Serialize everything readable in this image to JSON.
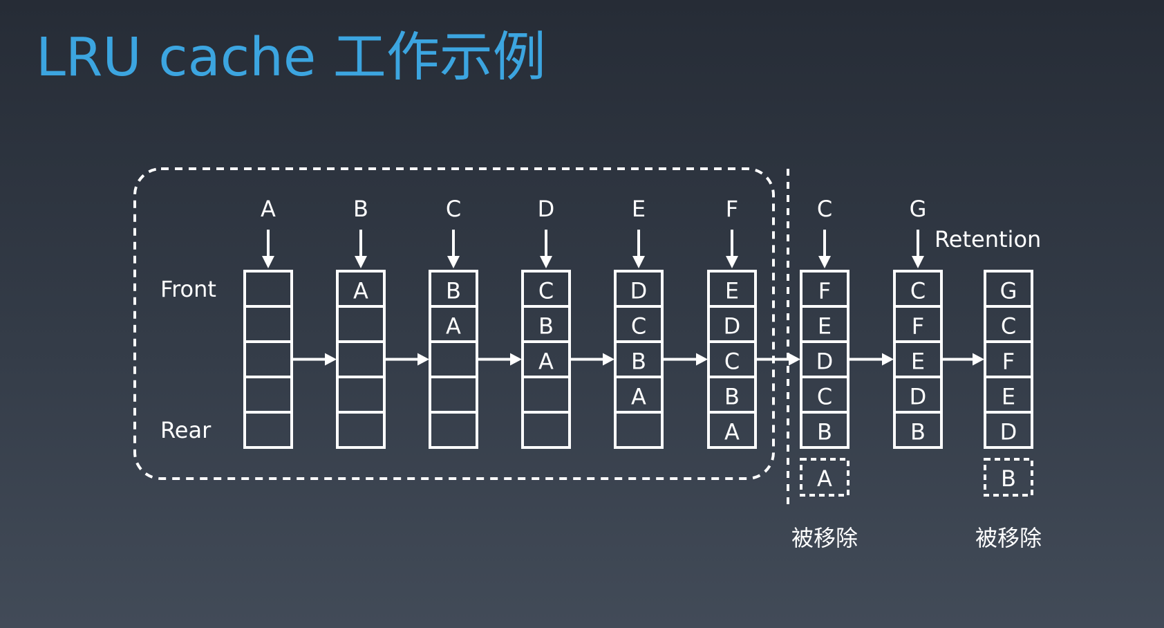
{
  "title": "LRU cache 工作示例",
  "labels": {
    "front": "Front",
    "rear": "Rear",
    "retention": "Retention"
  },
  "steps": [
    {
      "input": "A",
      "stack": [
        "",
        "",
        "",
        "",
        ""
      ],
      "evicted": ""
    },
    {
      "input": "B",
      "stack": [
        "A",
        "",
        "",
        "",
        ""
      ],
      "evicted": ""
    },
    {
      "input": "C",
      "stack": [
        "B",
        "A",
        "",
        "",
        ""
      ],
      "evicted": ""
    },
    {
      "input": "D",
      "stack": [
        "C",
        "B",
        "A",
        "",
        ""
      ],
      "evicted": ""
    },
    {
      "input": "E",
      "stack": [
        "D",
        "C",
        "B",
        "A",
        ""
      ],
      "evicted": ""
    },
    {
      "input": "F",
      "stack": [
        "E",
        "D",
        "C",
        "B",
        "A"
      ],
      "evicted": ""
    },
    {
      "input": "C",
      "stack": [
        "F",
        "E",
        "D",
        "C",
        "B"
      ],
      "evicted": "A",
      "evicted_caption": "被移除"
    },
    {
      "input": "G",
      "stack": [
        "C",
        "F",
        "E",
        "D",
        "B"
      ],
      "evicted": ""
    },
    {
      "input": "",
      "stack": [
        "G",
        "C",
        "F",
        "E",
        "D"
      ],
      "evicted": "B",
      "evicted_caption": "被移除"
    }
  ],
  "colors": {
    "title": "#3ca5e0",
    "stroke": "#ffffff",
    "text": "#ffffff"
  }
}
